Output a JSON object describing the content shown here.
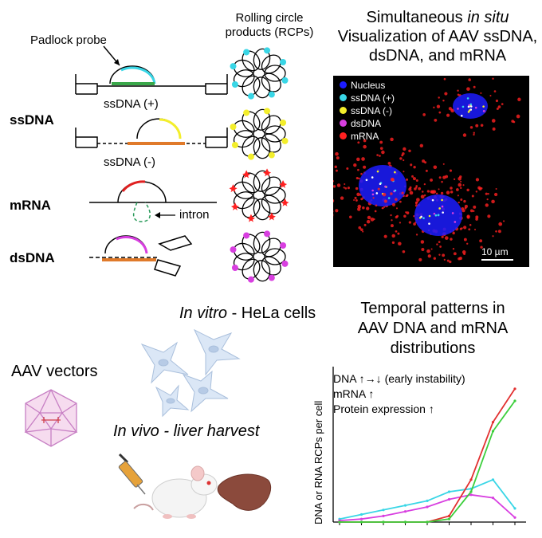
{
  "probes": {
    "padlock_label": "Padlock probe",
    "ssdna_plus": "ssDNA (+)",
    "ssdna_minus": "ssDNA (-)",
    "intron_label": "intron",
    "rows": [
      "ssDNA",
      "mRNA",
      "dsDNA"
    ]
  },
  "rcp": {
    "title_line1": "Rolling circle",
    "title_line2": "products (RCPs)"
  },
  "panel_title": {
    "line1_pre": "Simultaneous ",
    "line1_em": "in situ",
    "line2": "Visualization of AAV ssDNA,",
    "line3": "dsDNA, and mRNA"
  },
  "micrograph": {
    "legend": [
      {
        "label": "Nucleus",
        "color": "#1c1cff"
      },
      {
        "label": "ssDNA (+)",
        "color": "#39d6e6"
      },
      {
        "label": "ssDNA (-)",
        "color": "#f3ee2b"
      },
      {
        "label": "dsDNA",
        "color": "#d83fe0"
      },
      {
        "label": "mRNA",
        "color": "#ff2020"
      }
    ],
    "scale_bar": "10 µm"
  },
  "bottom": {
    "invitro_em": "In vitro",
    "invitro_rest": " - HeLa cells",
    "aav_label": "AAV vectors",
    "invivo": "In vivo - liver harvest"
  },
  "temporal": {
    "line1": "Temporal patterns in",
    "line2": "AAV DNA and mRNA",
    "line3": "distributions"
  },
  "chart_data": {
    "type": "line",
    "ylabel": "DNA or RNA RCPs per cell",
    "annotations": [
      "DNA  ↑→↓ (early instability)",
      "mRNA  ↑",
      "Protein expression ↑"
    ],
    "x": [
      0,
      1,
      2,
      3,
      4,
      5,
      6,
      7,
      8
    ],
    "ylim": [
      0,
      100
    ],
    "series": [
      {
        "color": "#39d6e6",
        "values": [
          2,
          5,
          8,
          11,
          14,
          20,
          22,
          28,
          9
        ]
      },
      {
        "color": "#d83fe0",
        "values": [
          1,
          2,
          4,
          7,
          10,
          15,
          18,
          16,
          3
        ]
      },
      {
        "color": "#e23030",
        "values": [
          0,
          0,
          0,
          0,
          0,
          4,
          28,
          66,
          88
        ]
      },
      {
        "color": "#3ccf3c",
        "values": [
          0,
          0,
          0,
          0,
          0,
          2,
          20,
          60,
          80
        ]
      }
    ]
  }
}
